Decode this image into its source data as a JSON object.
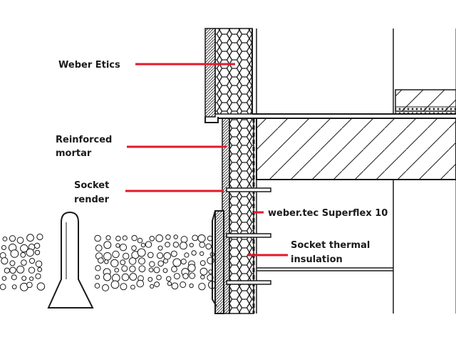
{
  "labels": {
    "weber_etics": "Weber Etics",
    "reinforced_line1": "Reinforced",
    "reinforced_line2": "mortar",
    "socket_render_line1": "Socket",
    "socket_render_line2": "render",
    "superflex": "weber.tec Superflex 10",
    "socket_insulation_line1": "Socket thermal",
    "socket_insulation_line2": "insulation"
  },
  "colors": {
    "leader": "#e4182b",
    "ink": "#1a1a1a",
    "background": "#ffffff"
  }
}
